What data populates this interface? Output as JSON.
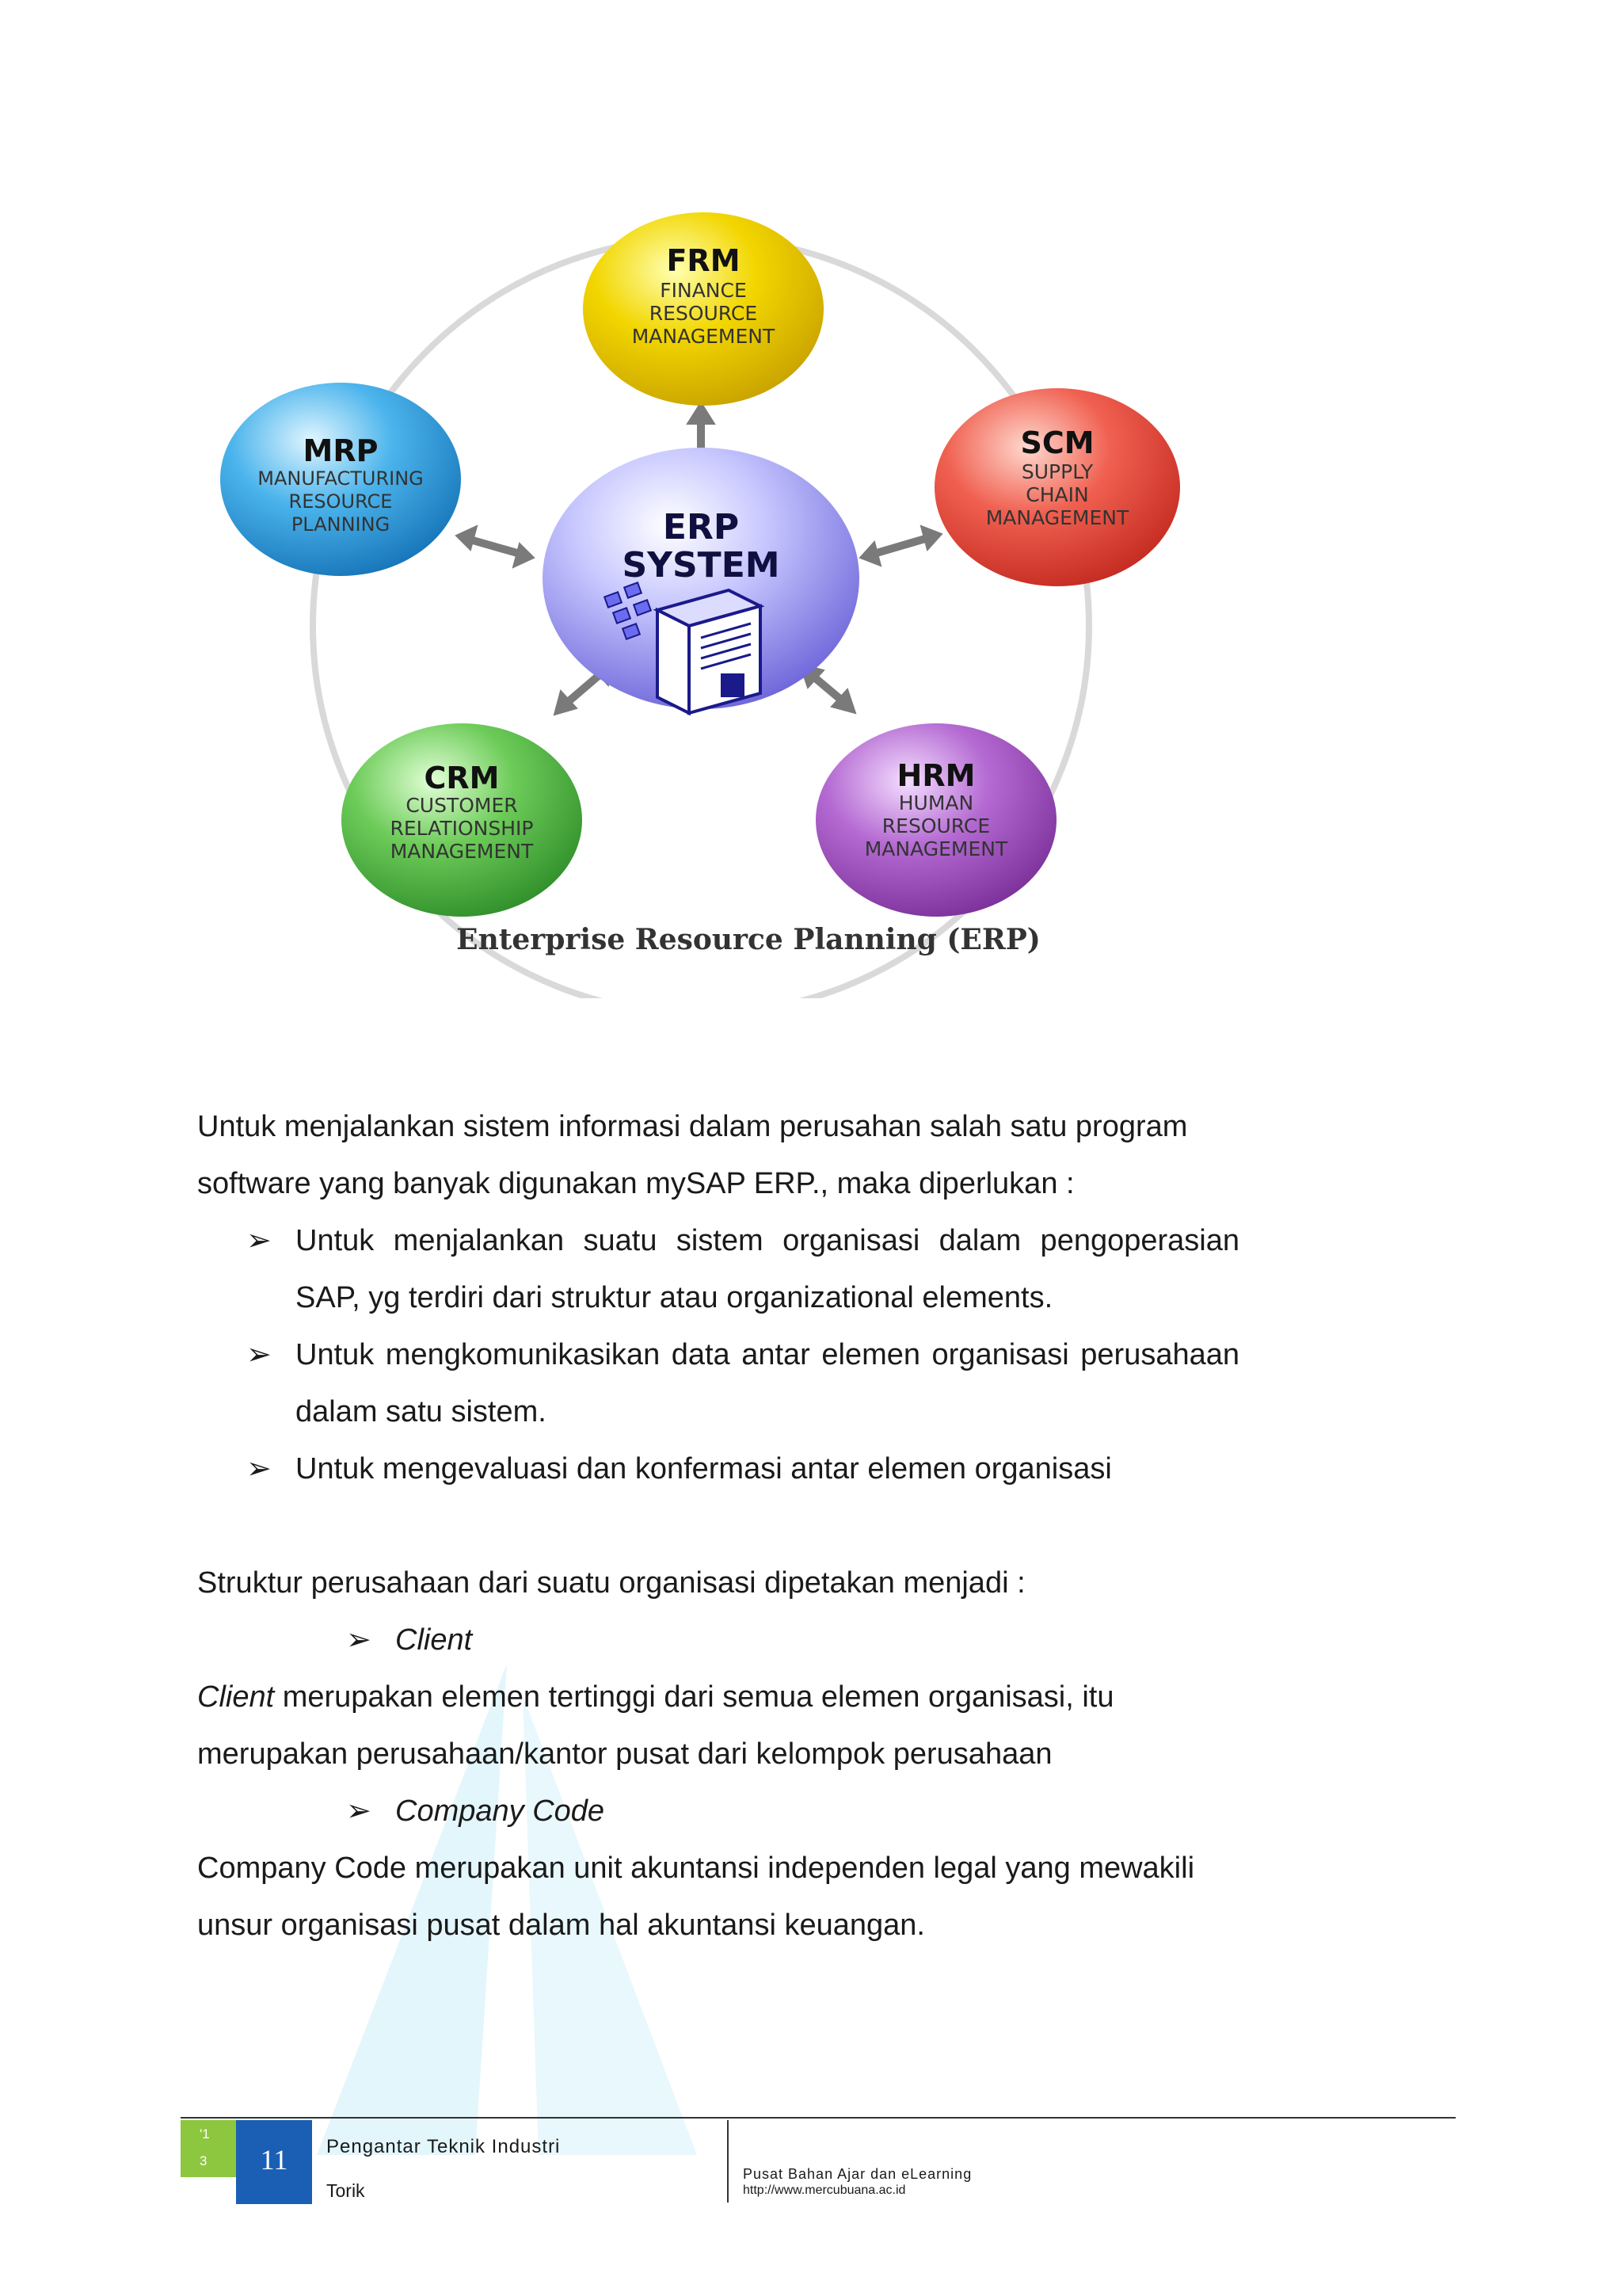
{
  "diagram": {
    "center": {
      "line1": "ERP",
      "line2": "SYSTEM"
    },
    "modules": [
      {
        "abbr": "FRM",
        "lines": [
          "FINANCE",
          "RESOURCE",
          "MANAGEMENT"
        ],
        "color": "#f2d600"
      },
      {
        "abbr": "SCM",
        "lines": [
          "SUPPLY",
          "CHAIN",
          "MANAGEMENT"
        ],
        "color": "#e8453a"
      },
      {
        "abbr": "HRM",
        "lines": [
          "HUMAN",
          "RESOURCE",
          "MANAGEMENT"
        ],
        "color": "#a855c8"
      },
      {
        "abbr": "CRM",
        "lines": [
          "CUSTOMER",
          "RELATIONSHIP",
          "MANAGEMENT"
        ],
        "color": "#5cc04a"
      },
      {
        "abbr": "MRP",
        "lines": [
          "MANUFACTURING",
          "RESOURCE",
          "PLANNING"
        ],
        "color": "#3aa8e8"
      }
    ],
    "caption": "Enterprise Resource Planning (ERP)"
  },
  "body": {
    "intro": "Untuk menjalankan sistem informasi dalam perusahan salah satu program software yang banyak digunakan mySAP ERP., maka diperlukan :",
    "bullets": [
      "Untuk menjalankan suatu sistem organisasi dalam pengoperasian SAP, yg terdiri dari struktur atau organizational elements.",
      "Untuk mengkomunikasikan data antar elemen organisasi perusahaan dalam satu sistem.",
      "Untuk mengevaluasi dan konfermasi antar elemen organisasi"
    ],
    "struktur": "Struktur perusahaan dari suatu organisasi dipetakan menjadi :",
    "client_heading": "Client",
    "client_term": "Client",
    "client_desc": " merupakan elemen tertinggi dari semua elemen organisasi, itu merupakan perusahaan/kantor pusat dari kelompok perusahaan",
    "company_heading": "Company Code",
    "company_desc": "Company Code merupakan unit akuntansi independen legal yang mewakili unsur organisasi pusat dalam hal akuntansi keuangan."
  },
  "footer": {
    "year_top": "'1",
    "year_bottom": "3",
    "page": "11",
    "course": "Pengantar Teknik Industri",
    "author": "Torik",
    "center": "Pusat Bahan Ajar dan eLearning",
    "url": "http://www.mercubuana.ac.id"
  }
}
